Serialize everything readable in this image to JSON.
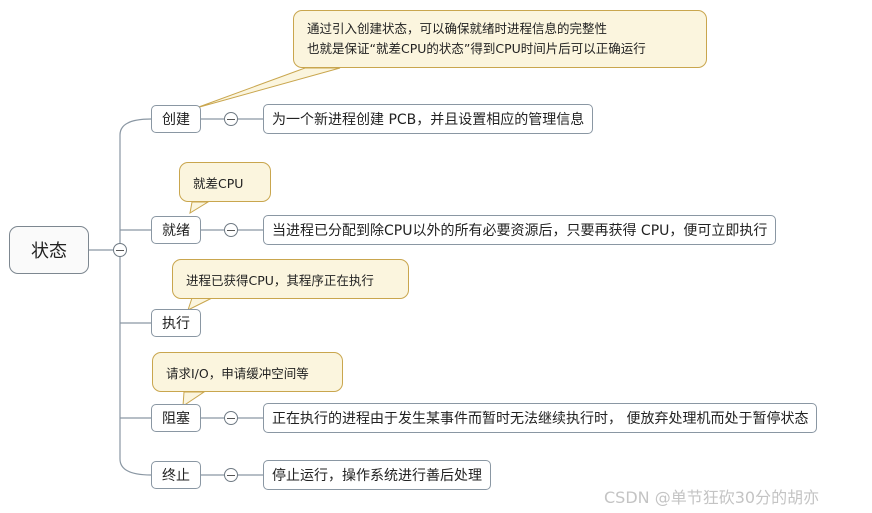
{
  "root": {
    "label": "状态"
  },
  "states": [
    {
      "key": "create",
      "label": "创建",
      "desc": "为一个新进程创建 PCB，并且设置相应的管理信息",
      "note": [
        "通过引入创建状态，可以确保就绪时进程信息的完整性",
        "也就是保证“就差CPU的状态”得到CPU时间片后可以正确运行"
      ]
    },
    {
      "key": "ready",
      "label": "就绪",
      "desc": "当进程已分配到除CPU以外的所有必要资源后，只要再获得 CPU，便可立即执行",
      "note": [
        "就差CPU"
      ]
    },
    {
      "key": "running",
      "label": "执行",
      "desc": "",
      "note": [
        "进程已获得CPU，其程序正在执行"
      ]
    },
    {
      "key": "blocked",
      "label": "阻塞",
      "desc": "正在执行的进程由于发生某事件而暂时无法继续执行时， 便放弃处理机而处于暂停状态",
      "note": [
        "请求I/O，申请缓冲空间等"
      ]
    },
    {
      "key": "terminated",
      "label": "终止",
      "desc": "停止运行，操作系统进行善后处理",
      "note": []
    }
  ],
  "watermark": "CSDN @单节狂砍30分的胡亦",
  "colors": {
    "line": "#8a97a3",
    "note_fill": "#fbf5de",
    "note_border": "#c9a64e"
  }
}
